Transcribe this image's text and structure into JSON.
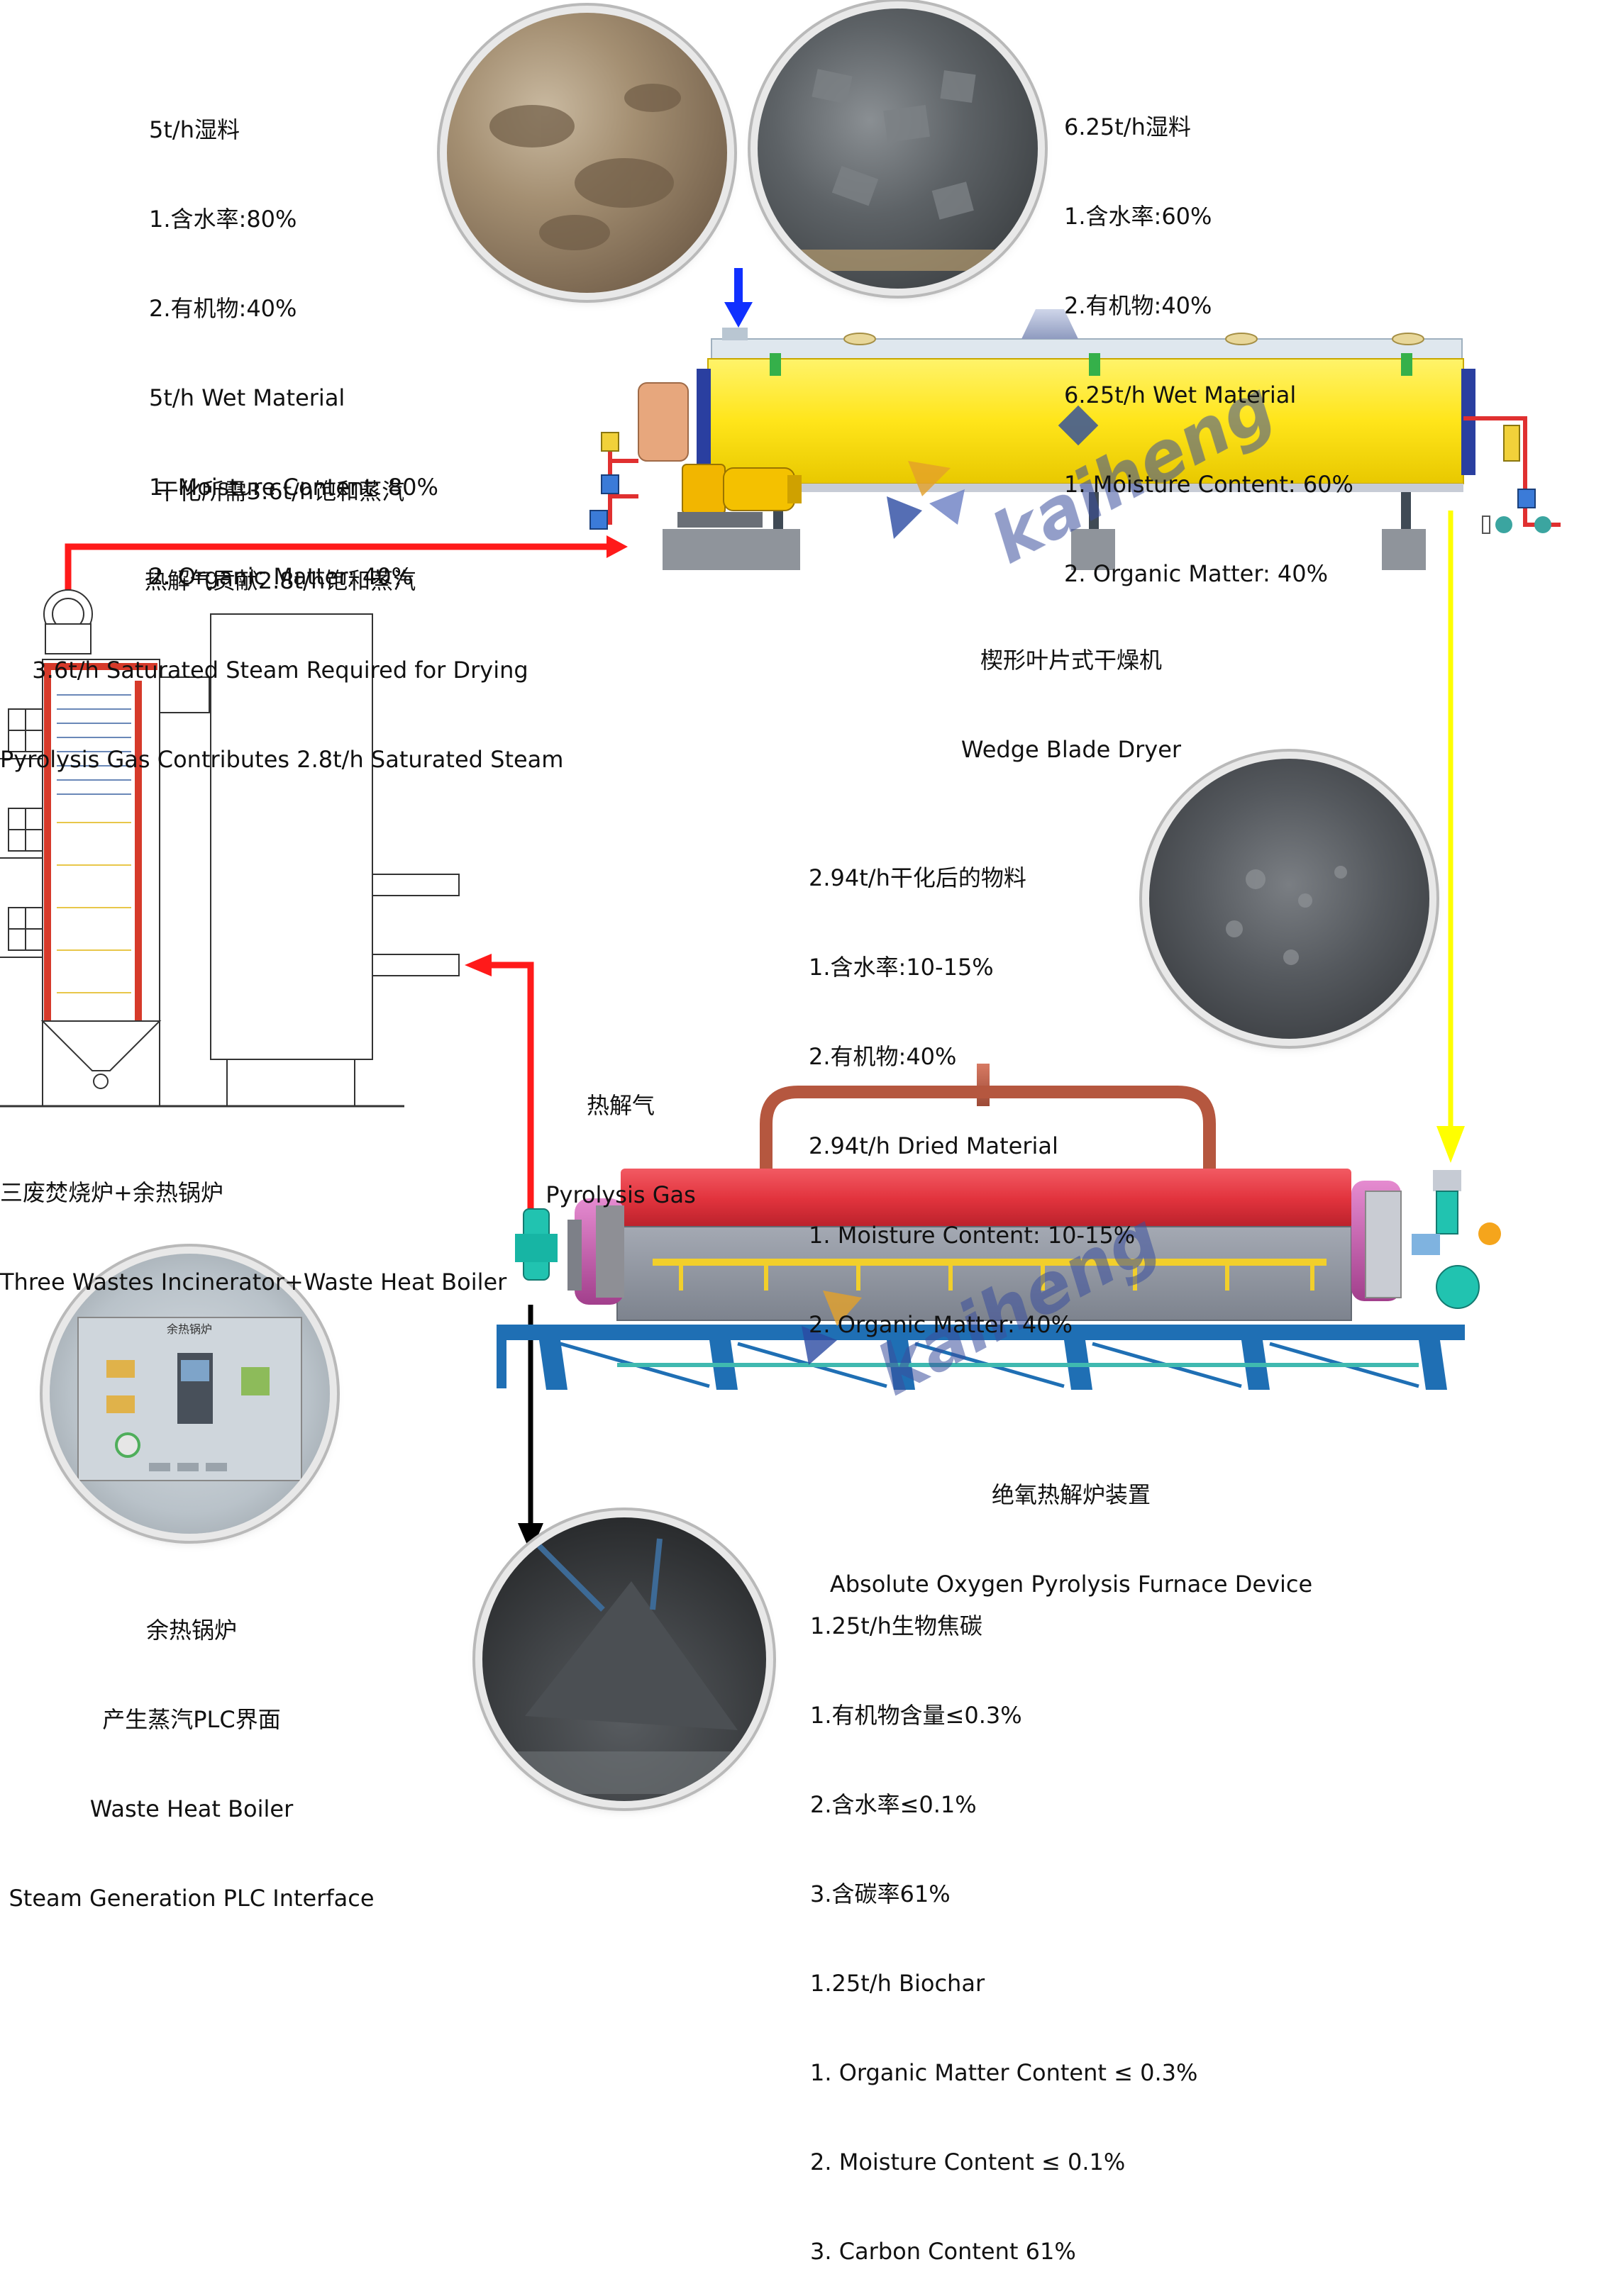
{
  "wet_material_80": {
    "lines": [
      "5t/h湿料",
      "1.含水率:80%",
      "2.有机物:40%",
      "5t/h Wet Material",
      "1. Moisture Content: 80%",
      "2. Organic Matter: 40%"
    ]
  },
  "wet_material_60": {
    "lines": [
      "6.25t/h湿料",
      "1.含水率:60%",
      "2.有机物:40%",
      "6.25t/h Wet Material",
      "1. Moisture Content: 60%",
      "2. Organic Matter: 40%"
    ]
  },
  "steam_note": {
    "lines": [
      "干化所需3.6t/h饱和蒸汽",
      "热解气贡献2.8t/h饱和蒸汽",
      "3.6t/h Saturated Steam Required for Drying",
      "Pyrolysis Gas Contributes 2.8t/h Saturated Steam"
    ]
  },
  "dryer": {
    "lines": [
      "楔形叶片式干燥机",
      "Wedge Blade Dryer"
    ]
  },
  "dried_material": {
    "lines": [
      "2.94t/h干化后的物料",
      "1.含水率:10-15%",
      "2.有机物:40%",
      "2.94t/h Dried Material",
      "1. Moisture Content: 10-15%",
      "2. Organic Matter: 40%"
    ]
  },
  "pyrolysis_gas": {
    "lines": [
      "热解气",
      "Pyrolysis Gas"
    ]
  },
  "incinerator": {
    "lines": [
      "三废焚烧炉+余热锅炉",
      "Three Wastes Incinerator+Waste Heat Boiler"
    ]
  },
  "furnace": {
    "lines": [
      "绝氧热解炉装置",
      "Absolute Oxygen Pyrolysis Furnace Device"
    ]
  },
  "plc": {
    "lines": [
      "余热锅炉",
      "产生蒸汽PLC界面",
      "Waste Heat Boiler",
      "Steam Generation PLC Interface"
    ]
  },
  "biochar": {
    "lines": [
      "1.25t/h生物焦碳",
      "1.有机物含量≤0.3%",
      "2.含水率≤0.1%",
      "3.含碳率61%",
      "1.25t/h Biochar",
      "1. Organic Matter Content ≤ 0.3%",
      "2. Moisture Content ≤ 0.1%",
      "3. Carbon Content 61%"
    ]
  },
  "plc_screen_title": "余热锅炉",
  "watermark": "kaiheng",
  "colors": {
    "steam_arrow": "#ff1a1a",
    "dried_arrow": "#ffff00",
    "biochar_arrow": "#000000",
    "feed_arrow": "#1030ff",
    "dryer_body": "#ffea30",
    "furnace_shell": "#e8343f",
    "frame": "#1f6fb4"
  },
  "icons": [
    "feed-arrow-icon",
    "kaiheng-logo-icon",
    "valve-icon",
    "motor-icon"
  ]
}
